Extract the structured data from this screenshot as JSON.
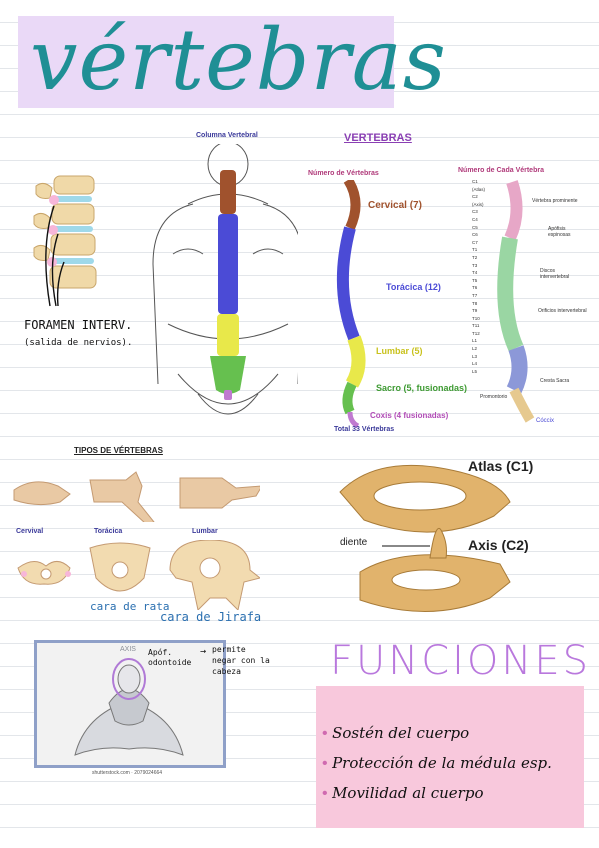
{
  "title": "vértebras",
  "foramen": {
    "line1": "FORAMEN INTERV.",
    "line2": "(salida de nervios)."
  },
  "columna_label": "Columna Vertebral",
  "vertebras_panel": {
    "heading": "VERTEBRAS",
    "numero_label": "Número de Vértebras",
    "cervical": "Cervical (7)",
    "toracica": "Torácica (12)",
    "lumbar": "Lumbar (5)",
    "sacro": "Sacro (5, fusionadas)",
    "coxis": "Coxis (4 fusionadas)",
    "total": "Total 33 Vértebras",
    "numero_cada": "Número de Cada Vértebra",
    "side_labels": [
      "Vértebra prominente",
      "Apófisis espinosas",
      "Discos intervertebral",
      "Orificios intervertebral",
      "Cresta Sacra",
      "Promontorio",
      "Cóccix"
    ],
    "vert_codes": [
      "C1 (Atlas)",
      "C2 (Axis)",
      "C3",
      "C4",
      "C5",
      "C6",
      "C7",
      "T1",
      "T2",
      "T3",
      "T4",
      "T5",
      "T6",
      "T7",
      "T8",
      "T9",
      "T10",
      "T11",
      "T12",
      "L1",
      "L2",
      "L3",
      "L4",
      "L5"
    ]
  },
  "tipos": {
    "heading": "TIPOS DE VÉRTEBRAS",
    "cervical": "Cervival",
    "toracica": "Torácica",
    "lumbar": "Lumbar",
    "note_rata": "cara de rata",
    "note_jirafa": "cara de Jirafa"
  },
  "atlas_axis": {
    "atlas": "Atlas (C1)",
    "axis": "Axis (C2)",
    "diente": "diente"
  },
  "axis_panel": {
    "axis": "AXIS",
    "apof": "Apóf. odontoide",
    "permite": "permite negar con la cabeza",
    "credit": "shutterstock.com · 2079024664"
  },
  "funciones": {
    "title": "FUNCIONES",
    "items": [
      "Sostén del cuerpo",
      "Protección de la médula esp.",
      "Movilidad al cuerpo"
    ]
  },
  "colors": {
    "title": "#1f8f95",
    "cervical": "#a0522d",
    "toracica": "#4b4bd6",
    "lumbar": "#e8e84a",
    "sacro": "#66c04f",
    "funciones": "#b978dd",
    "pink": "#f8c8dc"
  }
}
